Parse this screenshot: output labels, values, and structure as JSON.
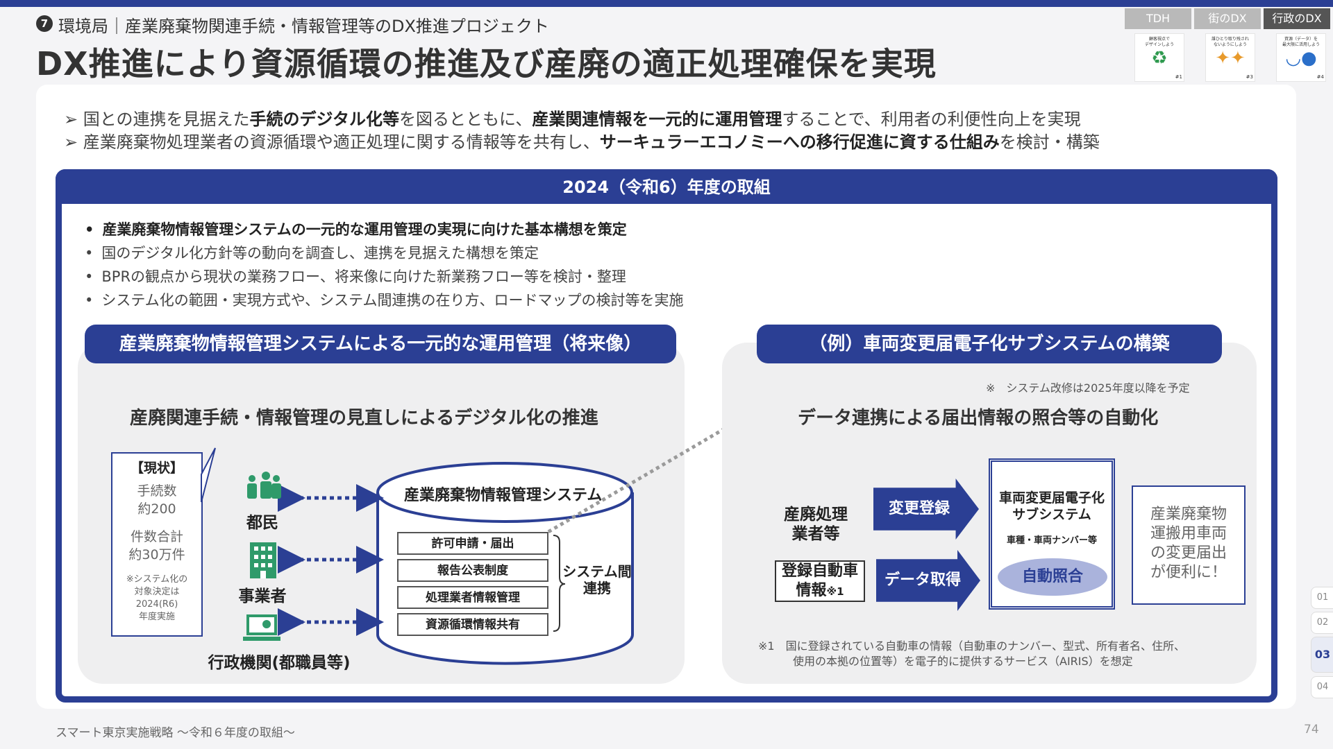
{
  "header": {
    "number": "7",
    "subtitle": "環境局｜産業廃棄物関連手続・情報管理等のDX推進プロジェクト",
    "title": "DX推進により資源循環の推進及び産廃の適正処理確保を実現"
  },
  "tabs": [
    {
      "label": "TDH",
      "caption": "顧客視点で\nデザインしよう",
      "num": "#1"
    },
    {
      "label": "街のDX",
      "caption": "誰ひとり取り残され\nないようにしよう",
      "num": "#3"
    },
    {
      "label": "行政のDX",
      "caption": "資源（データ）を\n最大限に活用しよう",
      "num": "#4"
    }
  ],
  "lead": {
    "line1": {
      "a": "国との連携を見据えた",
      "b": "手続のデジタル化等",
      "c": "を図るとともに、",
      "d": "産業関連情報を一元的に運用管理",
      "e": "することで、利用者の利便性向上を実現"
    },
    "line2": {
      "a": "産業廃棄物処理業者の資源循環や適正処理に関する情報等を共有し、",
      "b": "サーキュラーエコノミーへの移行促進に資する仕組み",
      "c": "を検討・構築"
    }
  },
  "section": {
    "heading": "2024（令和6）年度の取組",
    "bullets": [
      "産業廃棄物情報管理システムの一元的な運用管理の実現に向けた基本構想を策定",
      "国のデジタル化方針等の動向を調査し、連携を見据えた構想を策定",
      "BPRの観点から現状の業務フロー、将来像に向けた新業務フロー等を検討・整理",
      "システム化の範囲・実現方式や、システム間連携の在り方、ロードマップの検討等を実施"
    ]
  },
  "left_panel": {
    "pill": "産業廃棄物情報管理システムによる一元的な運用管理（将来像）",
    "title": "産廃関連手続・情報管理の見直しによるデジタル化の推進",
    "status": {
      "heading": "【現状】",
      "line1": "手続数",
      "line2": "約200",
      "line3": "件数合計",
      "line4": "約30万件",
      "note1": "※システム化の",
      "note2": "対象決定は",
      "note3": "2024(R6)",
      "note4": "年度実施"
    },
    "actors": [
      "都民",
      "事業者",
      "行政機関(都職員等)"
    ],
    "system_name": "産業廃棄物情報管理システム",
    "system_items": [
      "許可申請・届出",
      "報告公表制度",
      "処理業者情報管理",
      "資源循環情報共有"
    ],
    "link_label_1": "システム間",
    "link_label_2": "連携"
  },
  "right_panel": {
    "pill": "（例）車両変更届電子化サブシステムの構築",
    "note": "※　システム改修は2025年度以降を予定",
    "title": "データ連携による届出情報の照合等の自動化",
    "actor_line1": "産廃処理",
    "actor_line2": "業者等",
    "reg_line1": "登録自動車",
    "reg_line2": "情報",
    "reg_sup": "※1",
    "arrow1": "変更登録",
    "arrow2": "データ取得",
    "subsystem_line1": "車両変更届電子化",
    "subsystem_line2": "サブシステム",
    "subsystem_key": "車種・車両ナンバー等",
    "match": "自動照合",
    "speech": [
      "産業廃棄物",
      "運搬用車両",
      "の変更届出",
      "が便利に！"
    ],
    "footnote1": "※1　国に登録されている自動車の情報（自動車のナンバー、型式、所有者名、住所、",
    "footnote2": "使用の本拠の位置等）を電子的に提供するサービス（AIRIS）を想定"
  },
  "footer": {
    "text": "スマート東京実施戦略 〜令和６年度の取組〜",
    "page": "74"
  },
  "sidenav": [
    "01",
    "02",
    "03",
    "04"
  ],
  "colors": {
    "accent": "#2b3f94",
    "panel": "#efeff0",
    "oval": "#aab3dc"
  }
}
